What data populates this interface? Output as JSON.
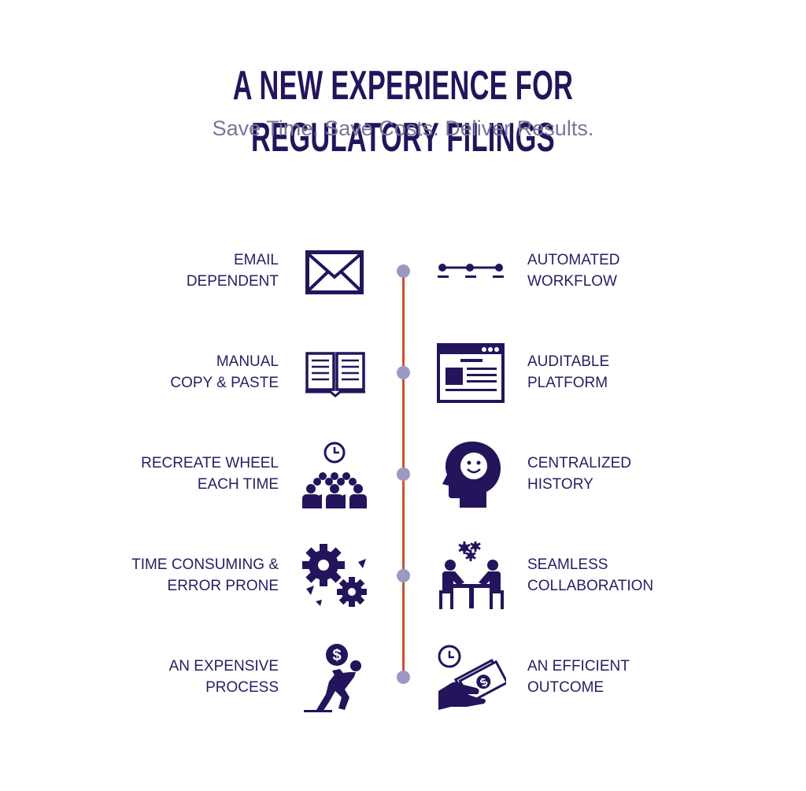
{
  "title": "A NEW EXPERIENCE FOR REGULATORY FILINGS",
  "subtitle": "Save Time. Save Costs. Deliver Results.",
  "colors": {
    "primary": "#24145c",
    "subtitle": "#7b7499",
    "timeline": "#c9542b",
    "dot": "#9b99c4"
  },
  "rows": [
    {
      "left": {
        "line1": "EMAIL",
        "line2": "DEPENDENT",
        "icon": "envelope-icon"
      },
      "right": {
        "line1": "AUTOMATED",
        "line2": "WORKFLOW",
        "icon": "workflow-icon"
      }
    },
    {
      "left": {
        "line1": "MANUAL",
        "line2": "COPY & PASTE",
        "icon": "open-book-icon"
      },
      "right": {
        "line1": "AUDITABLE",
        "line2": "PLATFORM",
        "icon": "browser-window-icon"
      }
    },
    {
      "left": {
        "line1": "RECREATE WHEEL",
        "line2": "EACH TIME",
        "icon": "crowd-clock-icon"
      },
      "right": {
        "line1": "CENTRALIZED",
        "line2": "HISTORY",
        "icon": "smiling-head-icon"
      }
    },
    {
      "left": {
        "line1": "TIME CONSUMING &",
        "line2": "ERROR PRONE",
        "icon": "broken-gears-icon"
      },
      "right": {
        "line1": "SEAMLESS",
        "line2": "COLLABORATION",
        "icon": "meeting-table-icon"
      }
    },
    {
      "left": {
        "line1": "AN EXPENSIVE",
        "line2": "PROCESS",
        "icon": "person-carrying-money-icon"
      },
      "right": {
        "line1": "AN EFFICIENT",
        "line2": "OUTCOME",
        "icon": "hand-money-clock-icon"
      }
    }
  ]
}
